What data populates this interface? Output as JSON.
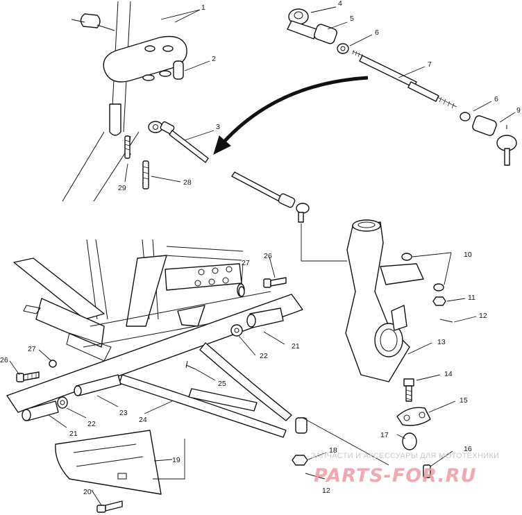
{
  "callouts": [
    {
      "id": "c1",
      "label": "1"
    },
    {
      "id": "c2",
      "label": "2"
    },
    {
      "id": "c3",
      "label": "3"
    },
    {
      "id": "c4",
      "label": "4"
    },
    {
      "id": "c5",
      "label": "5"
    },
    {
      "id": "c6a",
      "label": "6"
    },
    {
      "id": "c7",
      "label": "7"
    },
    {
      "id": "c6b",
      "label": "6"
    },
    {
      "id": "c9",
      "label": "9"
    },
    {
      "id": "c10",
      "label": "10"
    },
    {
      "id": "c11",
      "label": "11"
    },
    {
      "id": "c12a",
      "label": "12"
    },
    {
      "id": "c13",
      "label": "13"
    },
    {
      "id": "c14",
      "label": "14"
    },
    {
      "id": "c15",
      "label": "15"
    },
    {
      "id": "c16",
      "label": "16"
    },
    {
      "id": "c17",
      "label": "17"
    },
    {
      "id": "c18",
      "label": "18"
    },
    {
      "id": "c12b",
      "label": "12"
    },
    {
      "id": "c19",
      "label": "19"
    },
    {
      "id": "c20",
      "label": "20"
    },
    {
      "id": "c21a",
      "label": "21"
    },
    {
      "id": "c21b",
      "label": "21"
    },
    {
      "id": "c22a",
      "label": "22"
    },
    {
      "id": "c22b",
      "label": "22"
    },
    {
      "id": "c23",
      "label": "23"
    },
    {
      "id": "c24",
      "label": "24"
    },
    {
      "id": "c25",
      "label": "25"
    },
    {
      "id": "c26a",
      "label": "26"
    },
    {
      "id": "c26b",
      "label": "26"
    },
    {
      "id": "c27a",
      "label": "27"
    },
    {
      "id": "c27b",
      "label": "27"
    },
    {
      "id": "c28",
      "label": "28"
    },
    {
      "id": "c29",
      "label": "29"
    }
  ],
  "watermark": {
    "caption": "ЗАПЧАСТИ И АКСЕССУАРЫ ДЛЯ МОТОТЕХНИКИ",
    "logo": "PARTS-FOR.RU"
  }
}
